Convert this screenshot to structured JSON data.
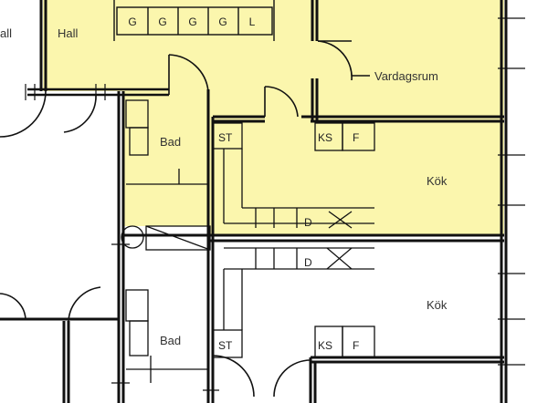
{
  "colors": {
    "highlight": "#fbf6ad",
    "ink": "#111111",
    "paper": "#ffffff"
  },
  "rooms": {
    "hall_partial": "all",
    "hall": "Hall",
    "vardagsrum": "Vardagsrum",
    "bad_upper": "Bad",
    "kok_upper": "Kök",
    "bad_lower": "Bad",
    "kok_lower": "Kök"
  },
  "fixtures": {
    "wardrobes": [
      "G",
      "G",
      "G",
      "G",
      "L"
    ],
    "st_upper": "ST",
    "ks_upper": "KS",
    "f_upper": "F",
    "d_upper": "D",
    "d_lower": "D",
    "st_lower": "ST",
    "ks_lower": "KS",
    "f_lower": "F"
  }
}
